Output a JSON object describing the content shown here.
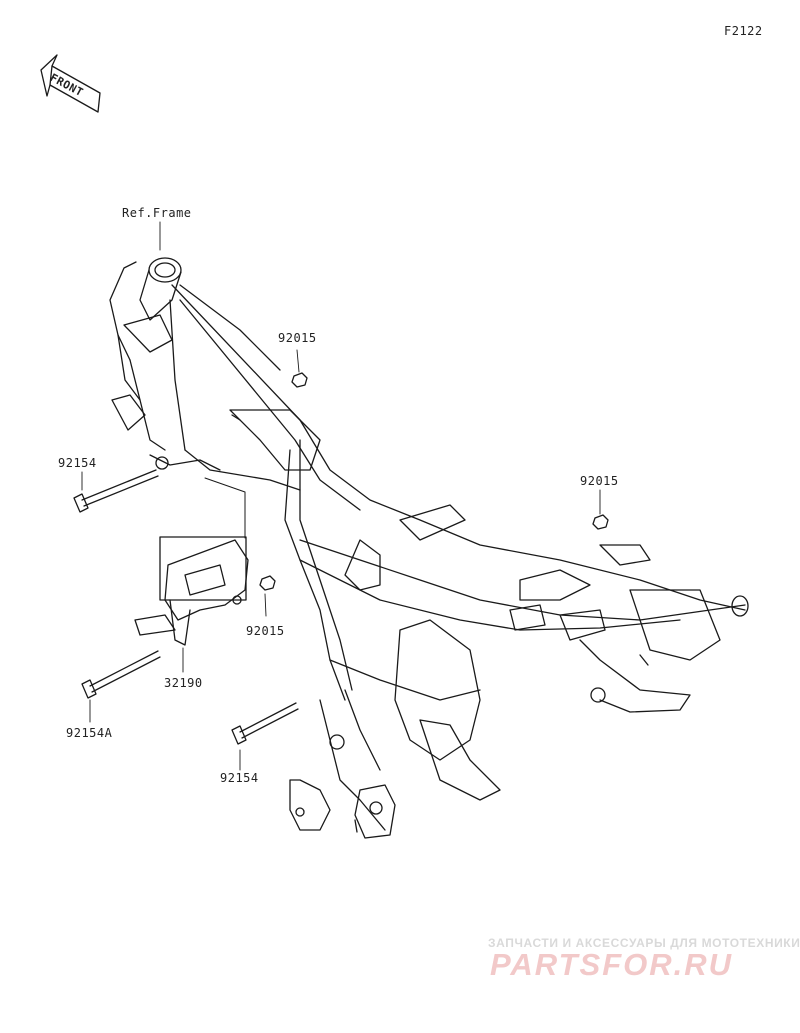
{
  "diagram": {
    "code": "F2122",
    "front_label": "FRONT",
    "ref_label": "Ref.Frame",
    "part_labels": [
      {
        "id": "92015-a",
        "text": "92015"
      },
      {
        "id": "92154-a",
        "text": "92154"
      },
      {
        "id": "92015-b",
        "text": "92015"
      },
      {
        "id": "92015-c",
        "text": "92015"
      },
      {
        "id": "32190",
        "text": "32190"
      },
      {
        "id": "92154A",
        "text": "92154A"
      },
      {
        "id": "92154-b",
        "text": "92154"
      }
    ]
  },
  "watermark": {
    "line1": "ЗАПЧАСТИ И АКСЕССУАРЫ ДЛЯ МОТОТЕХНИКИ",
    "line2": "PARTSFOR.RU"
  },
  "colors": {
    "line": "#1a1a1a",
    "watermark_text": "#f2c9c9"
  }
}
